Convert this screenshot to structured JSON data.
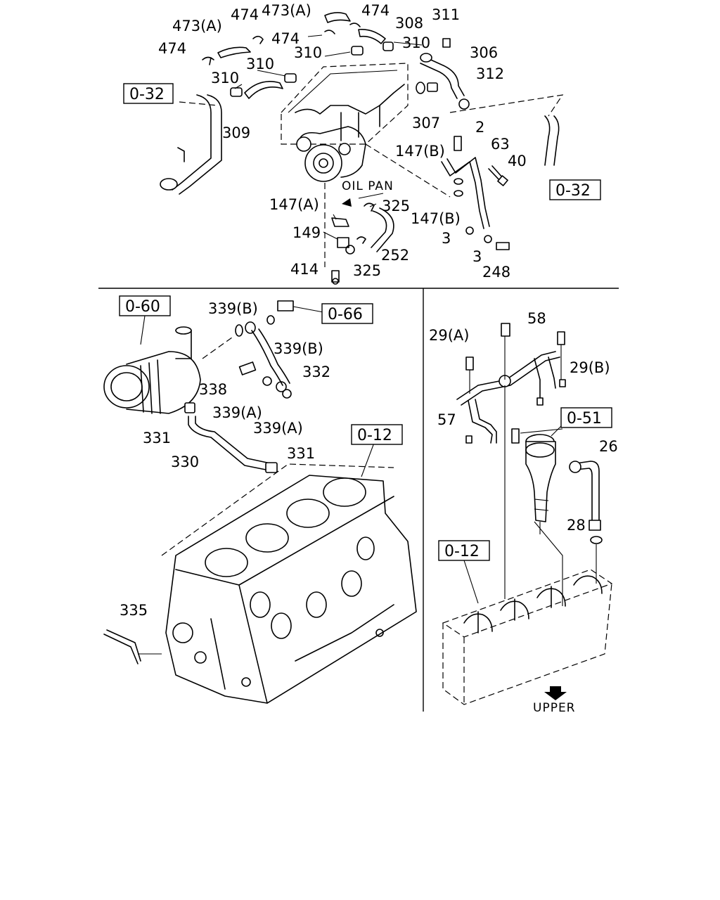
{
  "top_section": {
    "labels": {
      "l473a_top": "473(A)",
      "l474_top": "474",
      "l308": "308",
      "l311": "311",
      "l473a_left": "473(A)",
      "l474_mid": "474",
      "l474_left": "474",
      "l474_mid2": "474",
      "l310_a": "310",
      "l310_b": "310",
      "l310_c": "310",
      "l310_d": "310",
      "l306": "306",
      "l312": "312",
      "l309": "309",
      "l307": "307",
      "l2": "2",
      "l63": "63",
      "l147b_a": "147(B)",
      "l40": "40",
      "l147a": "147(A)",
      "l325_a": "325",
      "l147b_b": "147(B)",
      "l149": "149",
      "l3_a": "3",
      "l252": "252",
      "l3_b": "3",
      "l414": "414",
      "l325_b": "325",
      "l248": "248"
    },
    "oil_pan": "OIL PAN",
    "refs": {
      "r032_left": "0-32",
      "r032_right": "0-32"
    }
  },
  "bottom_left": {
    "labels": {
      "l339b_a": "339(B)",
      "l339b_b": "339(B)",
      "l332": "332",
      "l338": "338",
      "l339a_a": "339(A)",
      "l339a_b": "339(A)",
      "l331_a": "331",
      "l330": "330",
      "l331_b": "331",
      "l335": "335"
    },
    "refs": {
      "r060": "0-60",
      "r066": "0-66",
      "r012": "0-12"
    }
  },
  "bottom_right": {
    "labels": {
      "l58": "58",
      "l29a": "29(A)",
      "l29b": "29(B)",
      "l57": "57",
      "l26": "26",
      "l28": "28"
    },
    "refs": {
      "r051": "0-51",
      "r012": "0-12"
    },
    "upper": "UPPER"
  }
}
